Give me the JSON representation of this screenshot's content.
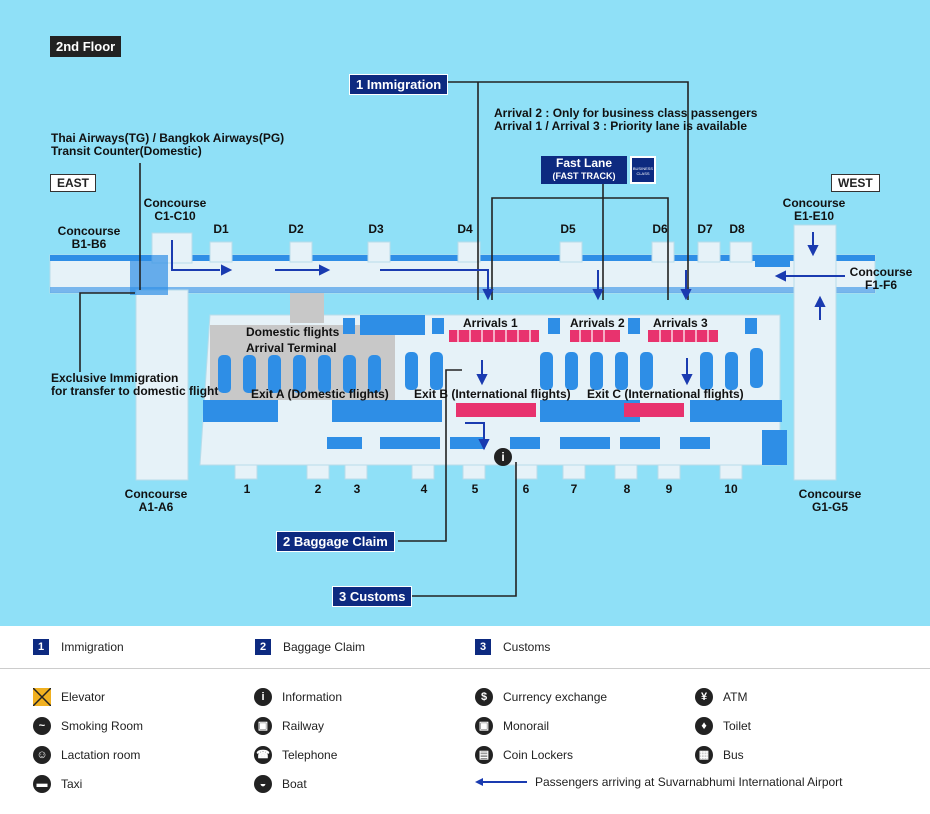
{
  "floor_label": "2nd Floor",
  "callouts": {
    "immigration": "1  Immigration",
    "baggage_claim": "2  Baggage Claim",
    "customs": "3 Customs"
  },
  "notes": {
    "arrival2": "Arrival 2 : Only for business class passengers",
    "arrival13": "Arrival 1 / Arrival 3 : Priority lane is available",
    "thai_line1": "Thai Airways(TG) / Bangkok Airways(PG)",
    "thai_line2": "Transit Counter(Domestic)",
    "exclusive1": "Exclusive Immigration",
    "exclusive2": "for transfer to domestic flight"
  },
  "fast_lane": {
    "title": "Fast Lane",
    "subtitle": "(FAST TRACK)",
    "badge": "BUSINESS CLASS"
  },
  "directions": {
    "east": "EAST",
    "west": "WEST"
  },
  "concourses": {
    "b": [
      "Concourse",
      "B1-B6"
    ],
    "c": [
      "Concourse",
      "C1-C10"
    ],
    "e": [
      "Concourse",
      "E1-E10"
    ],
    "f": [
      "Concourse",
      "F1-F6"
    ],
    "a": [
      "Concourse",
      "A1-A6"
    ],
    "g": [
      "Concourse",
      "G1-G5"
    ]
  },
  "gates": [
    "D1",
    "D2",
    "D3",
    "D4",
    "D5",
    "D6",
    "D7",
    "D8"
  ],
  "arrivals": [
    "Arrivals 1",
    "Arrivals 2",
    "Arrivals 3"
  ],
  "domestic_terminal": [
    "Domestic flights",
    "Arrival Terminal"
  ],
  "exits": {
    "a": "Exit A (Domestic flights)",
    "b": "Exit B (International flights)",
    "c": "Exit C (International flights)"
  },
  "doors": [
    "1",
    "2",
    "3",
    "4",
    "5",
    "6",
    "7",
    "8",
    "9",
    "10"
  ],
  "info_symbol": "i",
  "legend": {
    "numbered": [
      {
        "num": "1",
        "label": "Immigration"
      },
      {
        "num": "2",
        "label": "Baggage Claim"
      },
      {
        "num": "3",
        "label": "Customs"
      }
    ],
    "col1": [
      {
        "icon": "elevator-icon",
        "label": "Elevator"
      },
      {
        "icon": "smoking-icon",
        "label": "Smoking Room"
      },
      {
        "icon": "lactation-icon",
        "label": "Lactation room"
      },
      {
        "icon": "taxi-icon",
        "label": "Taxi"
      }
    ],
    "col2": [
      {
        "icon": "information-icon",
        "label": "Information"
      },
      {
        "icon": "railway-icon",
        "label": "Railway"
      },
      {
        "icon": "telephone-icon",
        "label": "Telephone"
      },
      {
        "icon": "boat-icon",
        "label": "Boat"
      }
    ],
    "col3": [
      {
        "icon": "currency-exchange-icon",
        "label": "Currency exchange"
      },
      {
        "icon": "monorail-icon",
        "label": "Monorail"
      },
      {
        "icon": "coin-lockers-icon",
        "label": "Coin Lockers"
      }
    ],
    "col4": [
      {
        "icon": "atm-icon",
        "label": "ATM"
      },
      {
        "icon": "toilet-icon",
        "label": "Toilet"
      },
      {
        "icon": "bus-icon",
        "label": "Bus"
      }
    ],
    "arrow_label": "Passengers arriving at Suvarnabhumi International Airport"
  },
  "colors": {
    "sky": "#8fe0f7",
    "navy": "#0d2a80",
    "blue": "#2e8ee6",
    "pink": "#e8336e",
    "building": "#e6f2f8",
    "gray": "#c8c8c8"
  }
}
